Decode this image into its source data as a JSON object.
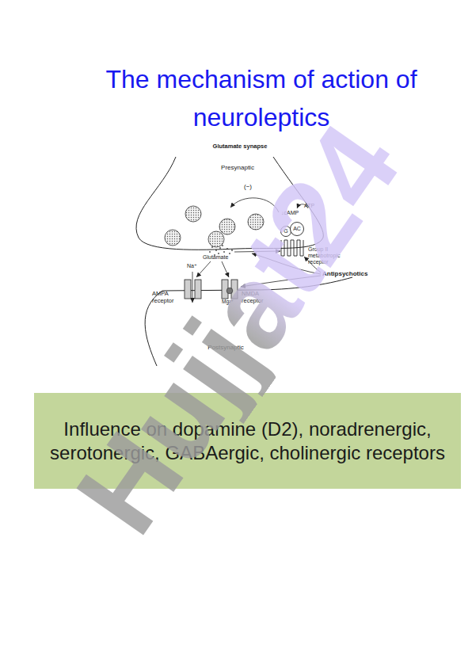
{
  "diagram": {
    "title": "The mechanism of action of neuroleptics",
    "nodes": [
      {
        "text": [
          "Presynaptic"
        ]
      },
      {
        "text": [
          "G"
        ],
        "in": 0
      },
      {
        "text": [
          "AC"
        ],
        "in": 0
      },
      {
        "text": [
          "Group II metabotropic receptor"
        ],
        "in": 0
      },
      {
        "text": [
          "Postsynaptic"
        ]
      },
      {
        "text": [
          "AMPA receptor"
        ],
        "in": 4
      },
      {
        "text": [
          "Mg²⁺",
          "NMDA receptor"
        ],
        "in": 4
      },
      {
        "text": [
          "Influence on dopamine (D2), noradrenergic, serotonergic, GABAergic, cholinergic receptors"
        ]
      }
    ],
    "labels": [
      "Glutamate synapse",
      "(−)",
      "↓cAMP",
      "ATP",
      "Glutamate",
      "Na⁺",
      "Antipsychotics",
      "Hujjat24"
    ]
  }
}
